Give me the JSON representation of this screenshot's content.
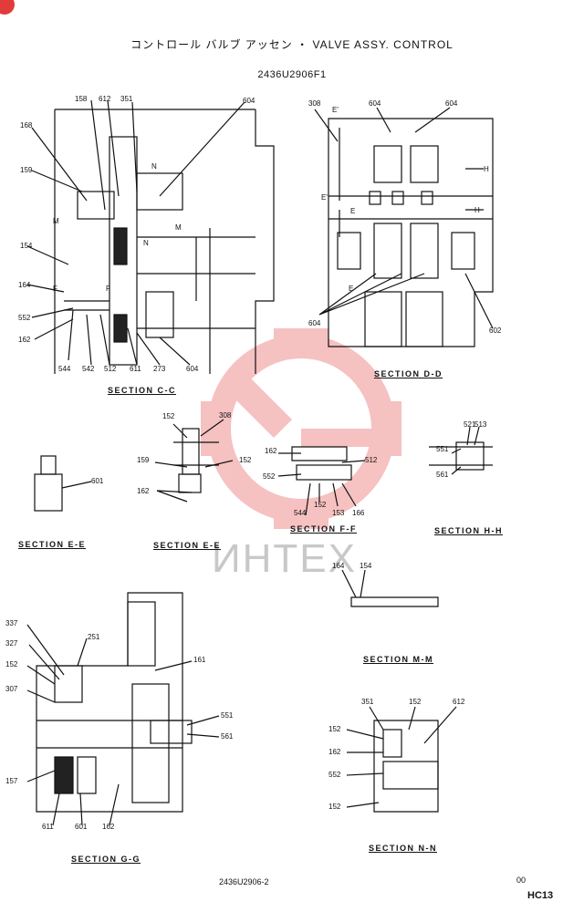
{
  "header": {
    "title": "コントロール バルブ アッセン ・ VALVE ASSY. CONTROL",
    "code": "2436U2906F1"
  },
  "sections": [
    {
      "id": "cc",
      "label": "SECTION C-C"
    },
    {
      "id": "dd",
      "label": "SECTION D-D"
    },
    {
      "id": "ee1",
      "label": "SECTION E-E"
    },
    {
      "id": "ee2",
      "label": "SECTION E-E"
    },
    {
      "id": "ff",
      "label": "SECTION F-F"
    },
    {
      "id": "hh",
      "label": "SECTION H-H"
    },
    {
      "id": "mm",
      "label": "SECTION M-M"
    },
    {
      "id": "gg",
      "label": "SECTION G-G"
    },
    {
      "id": "nn",
      "label": "SECTION N-N"
    }
  ],
  "labels": {
    "cc": [
      "158",
      "612",
      "351",
      "604",
      "168",
      "159",
      "M",
      "N",
      "M",
      "N",
      "154",
      "164",
      "F",
      "F",
      "552",
      "162",
      "544",
      "542",
      "512",
      "611",
      "273",
      "604"
    ],
    "dd": [
      "308",
      "E'",
      "604",
      "604",
      "H",
      "E'",
      "E",
      "H",
      "E",
      "604",
      "602"
    ],
    "ee1": [
      "601"
    ],
    "ee2": [
      "152",
      "308",
      "159",
      "152",
      "162"
    ],
    "ff": [
      "162",
      "512",
      "552",
      "544",
      "152",
      "153",
      "166"
    ],
    "hh": [
      "521",
      "513",
      "551",
      "561"
    ],
    "mm": [
      "164",
      "154"
    ],
    "gg": [
      "337",
      "251",
      "327",
      "152",
      "161",
      "307",
      "551",
      "561",
      "157",
      "611",
      "601",
      "162"
    ],
    "nn": [
      "351",
      "152",
      "612",
      "152",
      "162",
      "552",
      "152"
    ]
  },
  "footer": {
    "drawing_no": "2436U2906-2",
    "rev": "00",
    "page": "HC13"
  },
  "watermark": {
    "text": "ИНТЕХ",
    "color": "#f0a0a0"
  }
}
